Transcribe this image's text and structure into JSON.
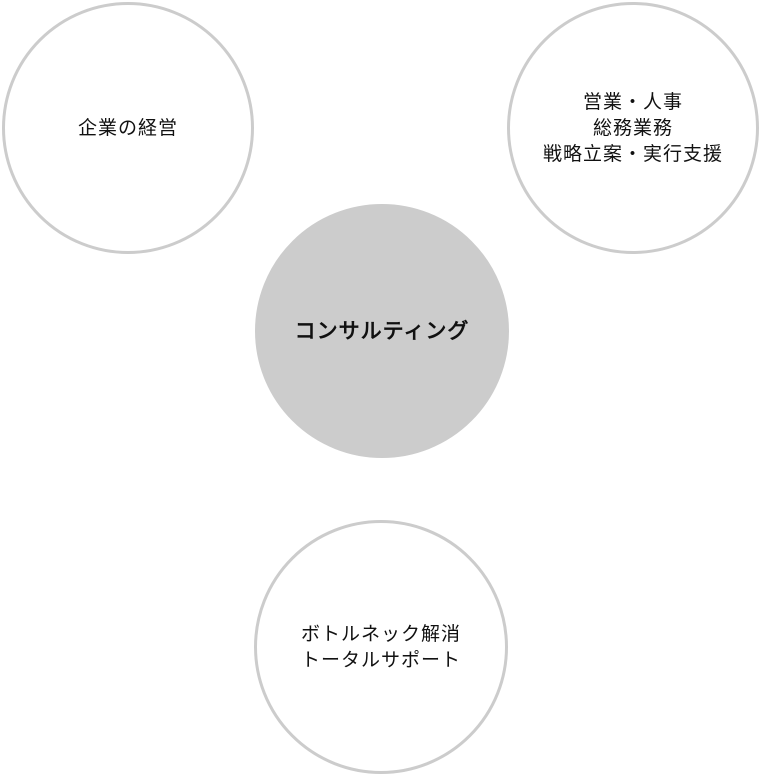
{
  "colors": {
    "circle_border": "#cccccc",
    "center_fill": "#cccccc",
    "outer_fill": "#ffffff",
    "text": "#111111"
  },
  "center": {
    "lines": [
      "コンサルティング"
    ]
  },
  "nodes": [
    {
      "id": "top-left",
      "lines": [
        "企業の経営"
      ]
    },
    {
      "id": "top-right",
      "lines": [
        "営業・人事",
        "総務業務",
        "戦略立案・実行支援"
      ]
    },
    {
      "id": "bottom",
      "lines": [
        "ボトルネック解消",
        "トータルサポート"
      ]
    }
  ]
}
